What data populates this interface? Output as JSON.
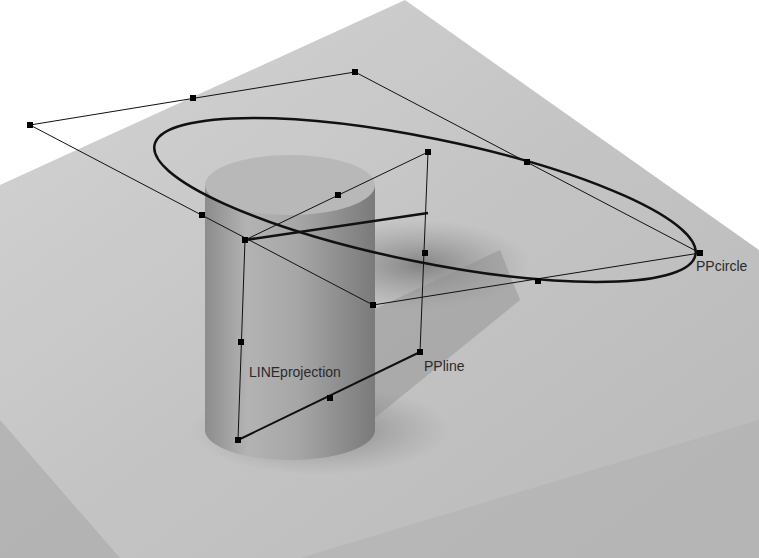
{
  "diagram": {
    "labels": [
      "PPcircle",
      "LINEprojection",
      "PPline"
    ]
  }
}
